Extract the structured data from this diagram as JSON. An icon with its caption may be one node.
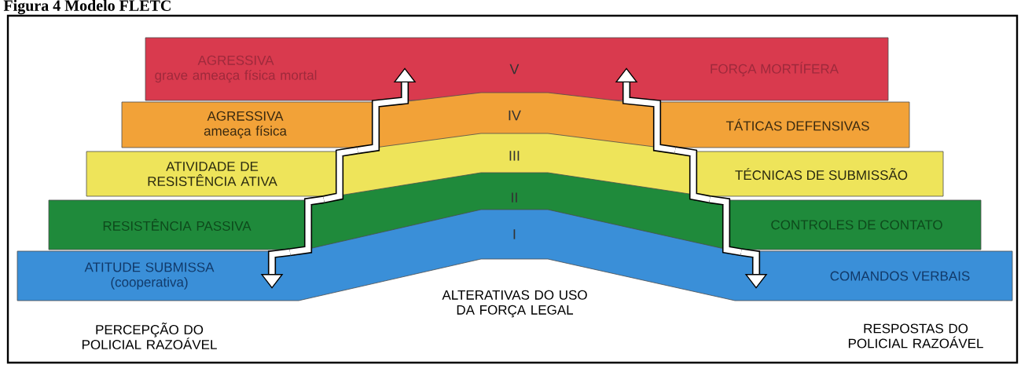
{
  "diagram": {
    "title": "Figura 4 Modelo FLETC",
    "nodes": [
      {
        "text": [
          "AGRESSIVA",
          "grave ameaça física mortal",
          "V",
          "FORÇA MORTÍFERA"
        ]
      },
      {
        "text": [
          "AGRESSIVA",
          "ameaça física",
          "IV",
          "TÁTICAS DEFENSIVAS"
        ]
      },
      {
        "text": [
          "ATIVIDADE DE RESISTÊNCIA ATIVA",
          "III",
          "TÉCNICAS DE SUBMISSÃO"
        ]
      },
      {
        "text": [
          "RESISTÊNCIA PASSIVA",
          "II",
          "CONTROLES DE CONTATO"
        ]
      },
      {
        "text": [
          "ATITUDE SUBMISSA",
          "(cooperativa)",
          "I",
          "COMANDOS VERBAIS"
        ]
      }
    ],
    "edges": [
      {
        "from": 3,
        "to": 4,
        "arrow": "to"
      },
      {
        "from": 3,
        "to": 2,
        "arrow": "none"
      },
      {
        "from": 2,
        "to": 1,
        "arrow": "none"
      },
      {
        "from": 1,
        "to": 0,
        "arrow": "to"
      },
      {
        "from": 1,
        "to": 0,
        "arrow": "to"
      },
      {
        "from": 2,
        "to": 1,
        "arrow": "none"
      },
      {
        "from": 3,
        "to": 2,
        "arrow": "none"
      },
      {
        "from": 3,
        "to": 4,
        "arrow": "to"
      }
    ],
    "labels": [
      "PERCEPÇÃO DO POLICIAL RAZOÁVEL",
      "ALTERATIVAS DO USO DA FORÇA LEGAL",
      "RESPOSTAS DO POLICIAL RAZOÁVEL"
    ]
  }
}
